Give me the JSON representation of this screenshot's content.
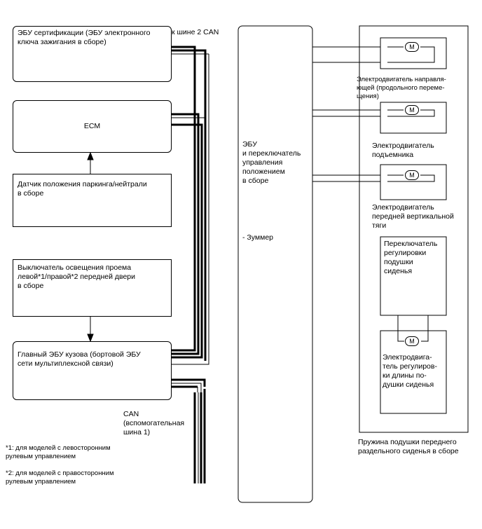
{
  "left": {
    "cert_ecu": "ЭБУ сертификации (ЭБУ электронного\nключа зажигания в сборе)",
    "to_can2": "к шине 2 CAN",
    "ecm": "ECM",
    "park_sensor": "Датчик положения паркинга/нейтрали\nв сборе",
    "door_switch": "Выключатель освещения проема\nлевой*1/правой*2 передней двери\nв сборе",
    "main_body_ecu": "Главный ЭБУ кузова (бортовой ЭБУ\nсети мультиплексной связи)",
    "can_sub": "CAN\n(вспомогательная\nшина 1)",
    "note1": "*1: для моделей с левосторонним\nрулевым управлением",
    "note2": "*2: для моделей с правосторонним\nрулевым управлением"
  },
  "center": {
    "ecu_switch": "ЭБУ\nи переключатель\nуправления\nположением\nв сборе",
    "buzzer": "- Зуммер"
  },
  "right": {
    "motor_symbol": "M",
    "slide_motor": "Электродвигатель направля-\nющей (продольного переме-\nщения)",
    "lifter_motor": "Электродвигатель\nподъемника",
    "vertical_motor": "Электродвигатель\nпередней вертикальной\nтяги",
    "cushion_switch": "Переключатель\nрегулировки\nподушки\nсиденья",
    "cushion_motor": "Электродвига-\nтель регулиров-\nки длины по-\nдушки сиденья",
    "spring_assembly": "Пружина подушки переднего\nраздельного сиденья в сборе"
  }
}
